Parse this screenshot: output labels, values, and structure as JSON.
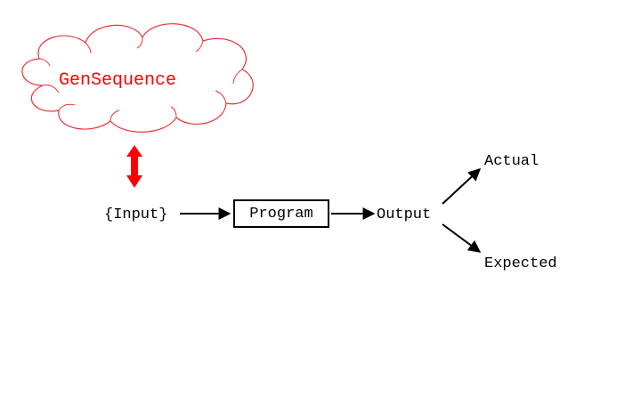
{
  "nodes": {
    "cloud_label": "GenSequence",
    "input_label": "{Input}",
    "program_label": "Program",
    "output_label": "Output",
    "actual_label": "Actual",
    "expected_label": "Expected"
  },
  "colors": {
    "cloud_stroke": "#e8343a",
    "cloud_text": "#ff0000",
    "double_arrow": "#ff0000",
    "arrows": "#000000"
  }
}
